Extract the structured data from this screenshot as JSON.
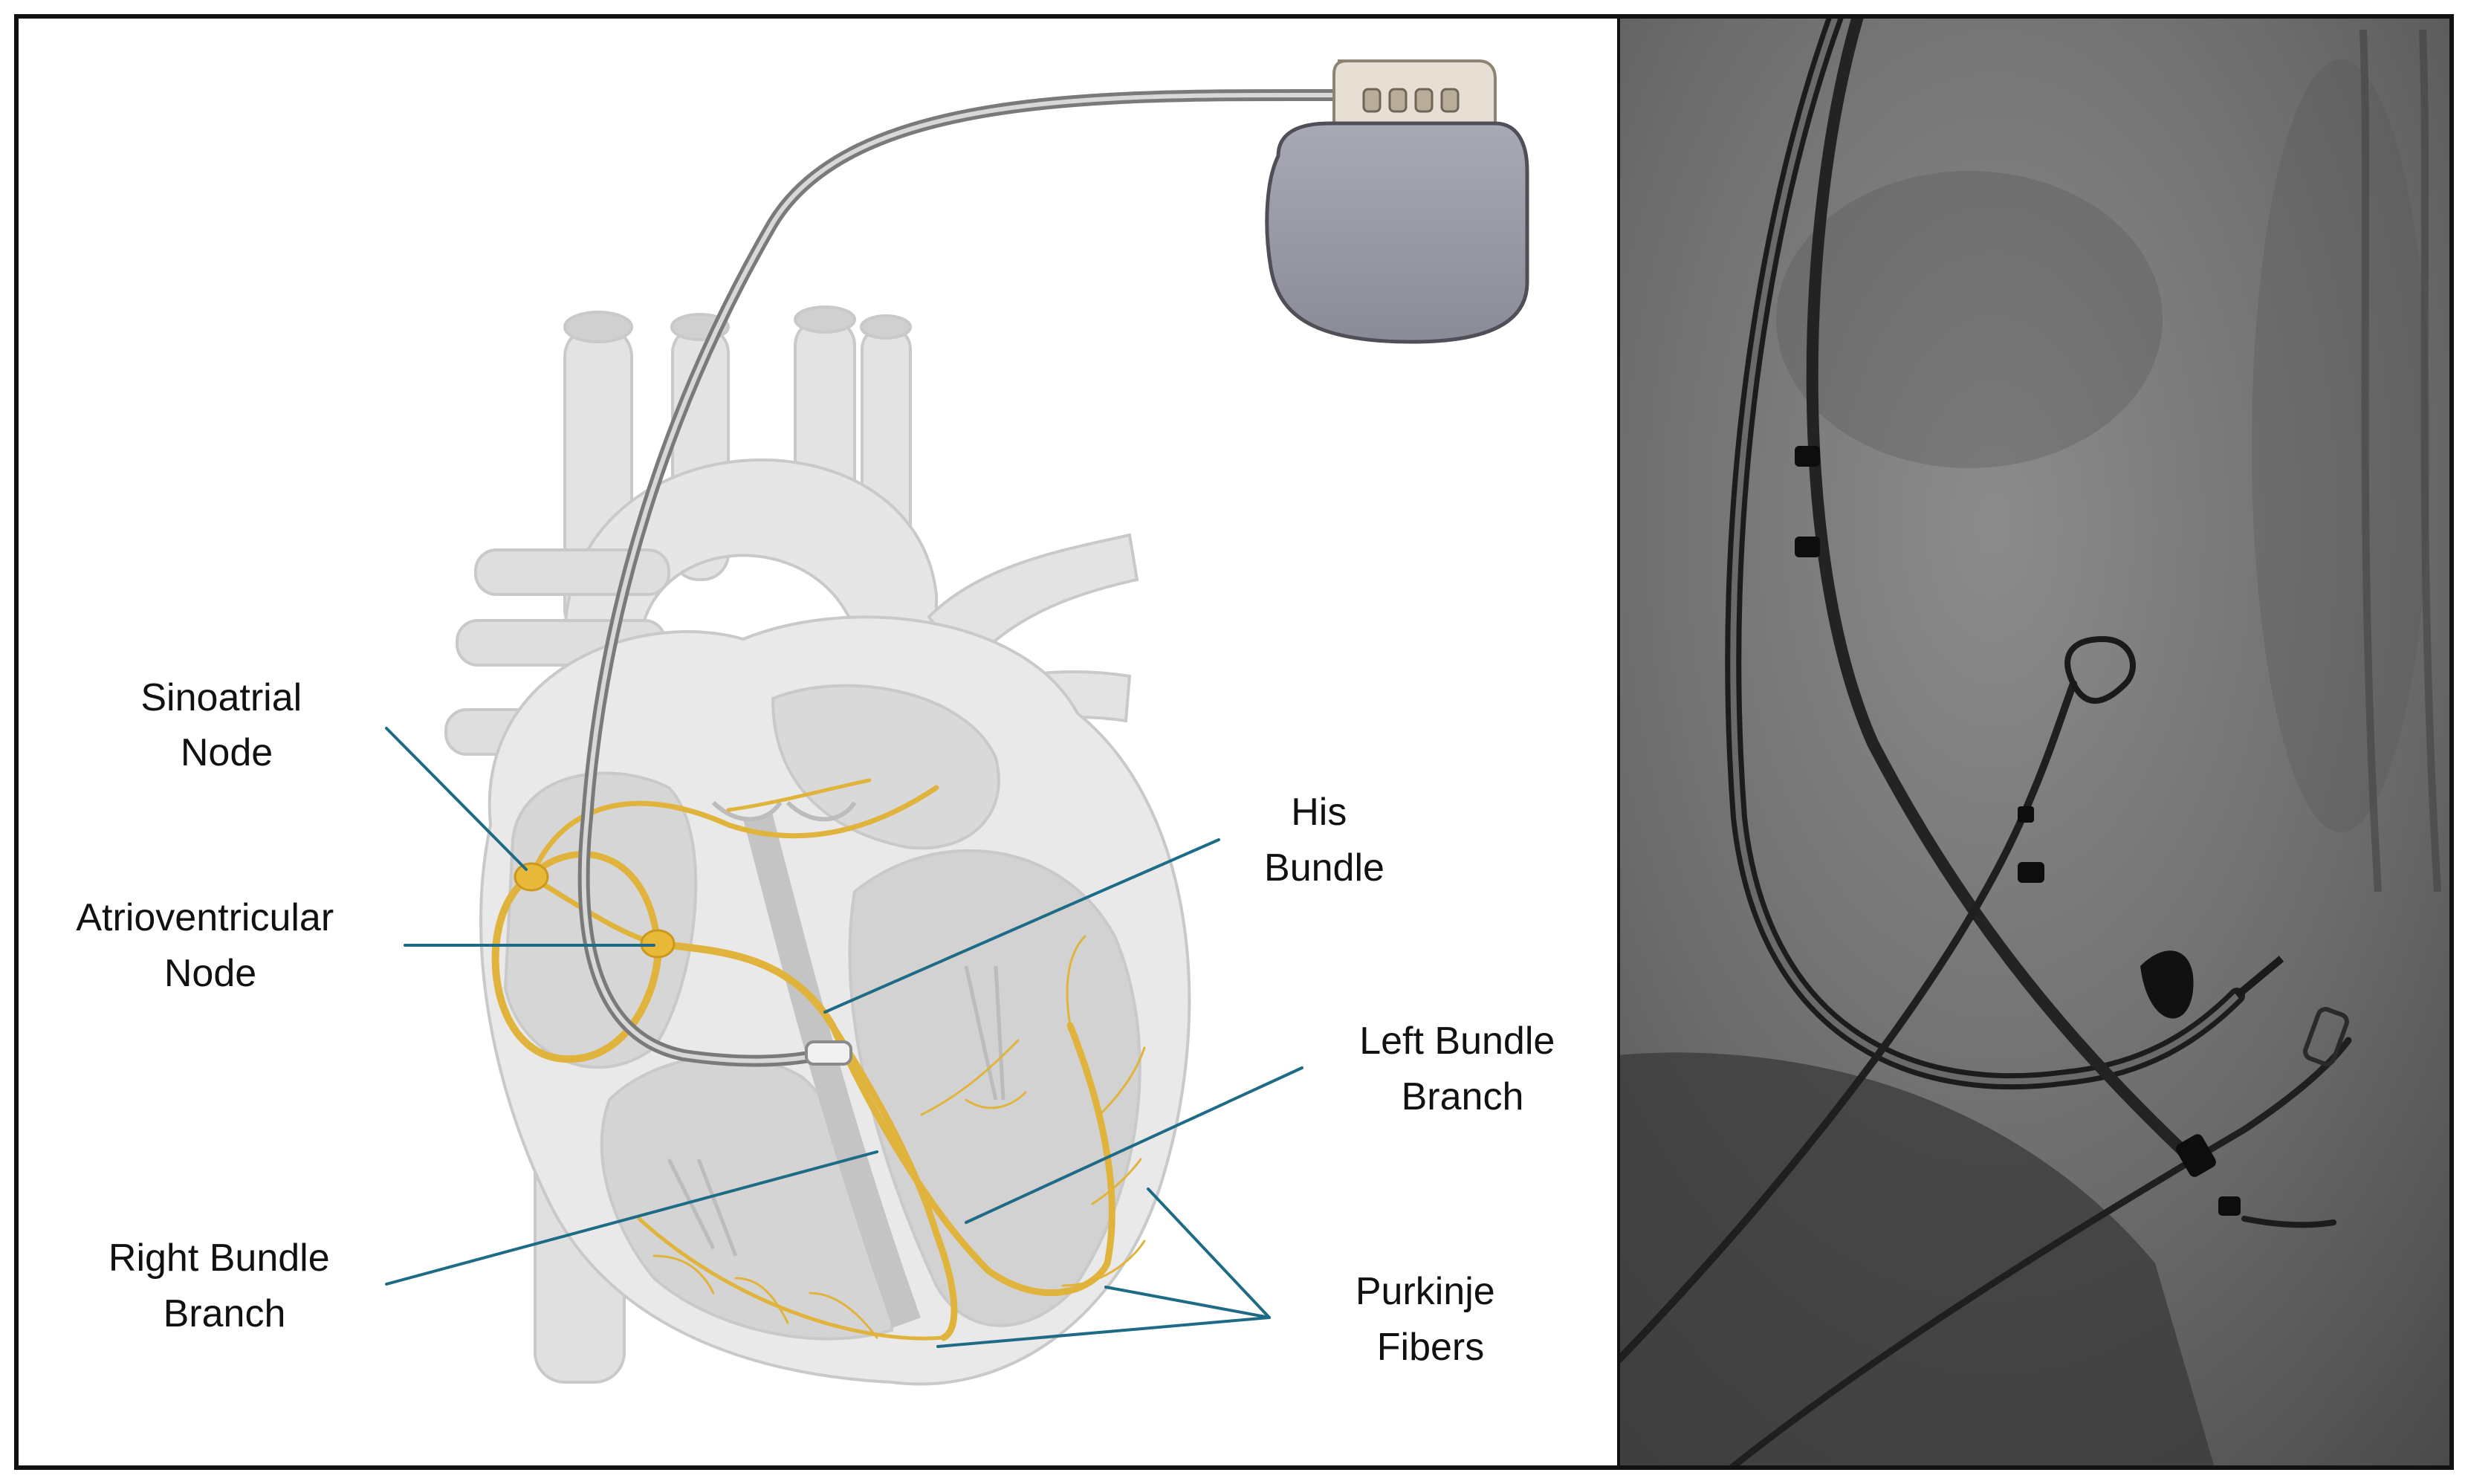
{
  "labels": {
    "sinoatrial_node": {
      "line1": "Sinoatrial",
      "line2": "Node"
    },
    "atrioventricular_node": {
      "line1": "Atrioventricular",
      "line2": "Node"
    },
    "his_bundle": {
      "line1": "His",
      "line2": "Bundle"
    },
    "left_bundle_branch": {
      "line1": "Left Bundle",
      "line2": "Branch"
    },
    "right_bundle_branch": {
      "line1": "Right Bundle",
      "line2": "Branch"
    },
    "purkinje_fibers": {
      "line1": "Purkinje",
      "line2": "Fibers"
    }
  },
  "colors": {
    "leader_line": "#1e6b86",
    "conduction_system": "#e0b43c",
    "heart_tissue": "#dcdcdc",
    "pacemaker_can": "#9b9ba8",
    "pacing_lead": "#8a8a8a",
    "frame": "#111111",
    "fluoroscopy_background": "#6e6e6e"
  }
}
